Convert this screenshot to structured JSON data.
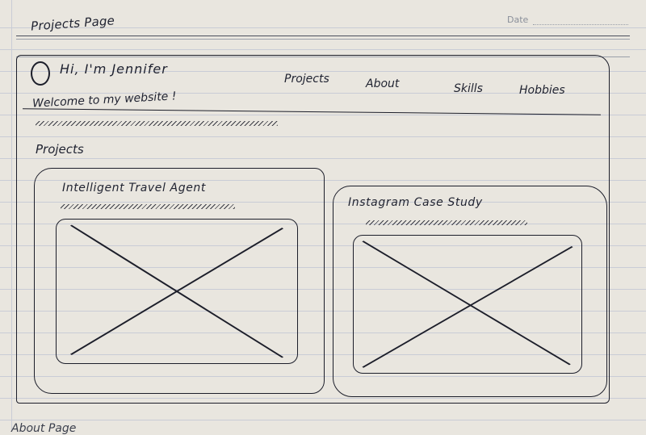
{
  "page": {
    "heading": "Projects Page",
    "date_label": "Date",
    "bottom_note": "About Page"
  },
  "site": {
    "title": "Hi, I'm Jennifer",
    "nav": [
      "Projects",
      "About",
      "Skills",
      "Hobbies"
    ],
    "welcome": "Welcome to my website !",
    "projects_heading": "Projects"
  },
  "cards": [
    {
      "title": "Intelligent Travel Agent",
      "image_icon": "image-placeholder-icon"
    },
    {
      "title": "Instagram Case Study",
      "image_icon": "image-placeholder-icon"
    }
  ],
  "colors": {
    "ink": "#1c1e2a",
    "paper": "#e9e6df",
    "rule": "#c9ccd6"
  }
}
